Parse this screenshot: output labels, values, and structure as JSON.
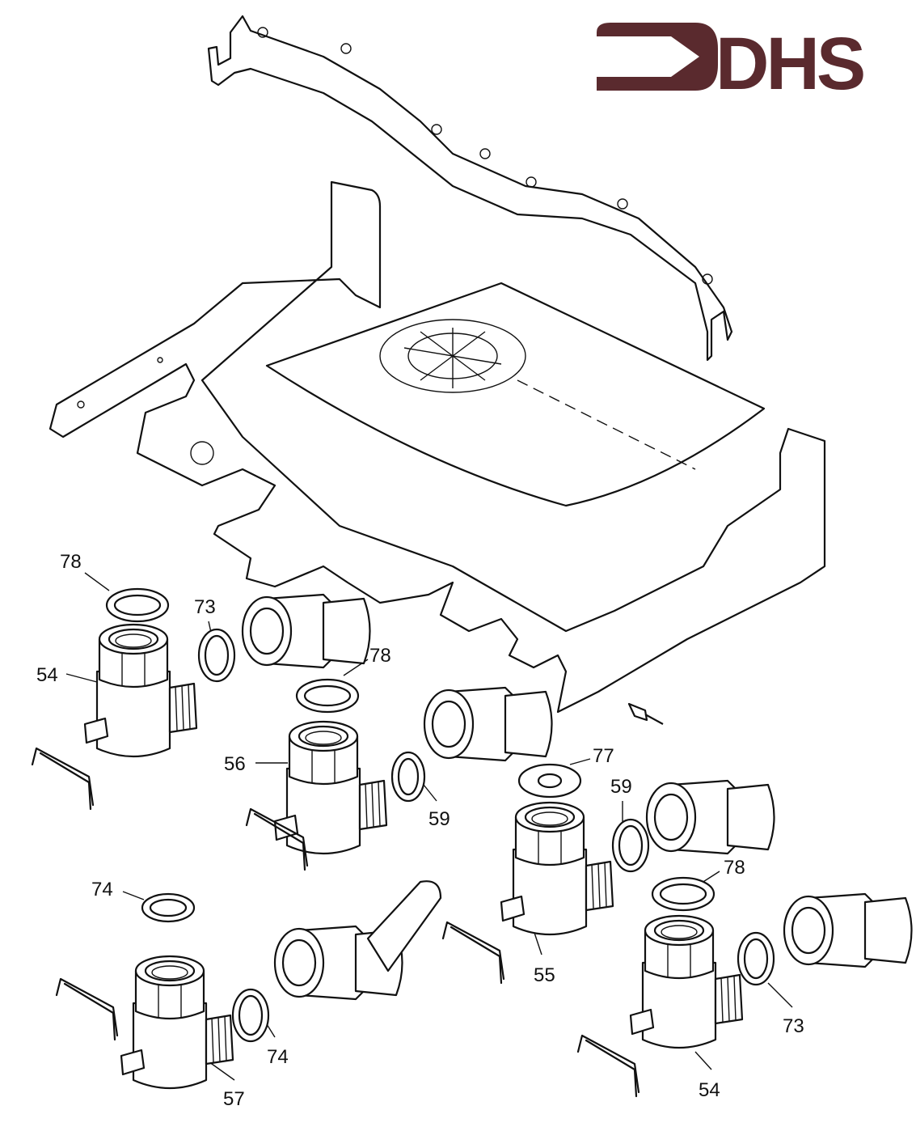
{
  "logo": {
    "text": "DHS",
    "color": "#5a2a2e"
  },
  "labels": {
    "l78a": "78",
    "l73a": "73",
    "l54a": "54",
    "l78b": "78",
    "l56": "56",
    "l59a": "59",
    "l77": "77",
    "l59b": "59",
    "l78c": "78",
    "l74a": "74",
    "l55": "55",
    "l73b": "73",
    "l74b": "74",
    "l57": "57",
    "l54b": "54"
  }
}
